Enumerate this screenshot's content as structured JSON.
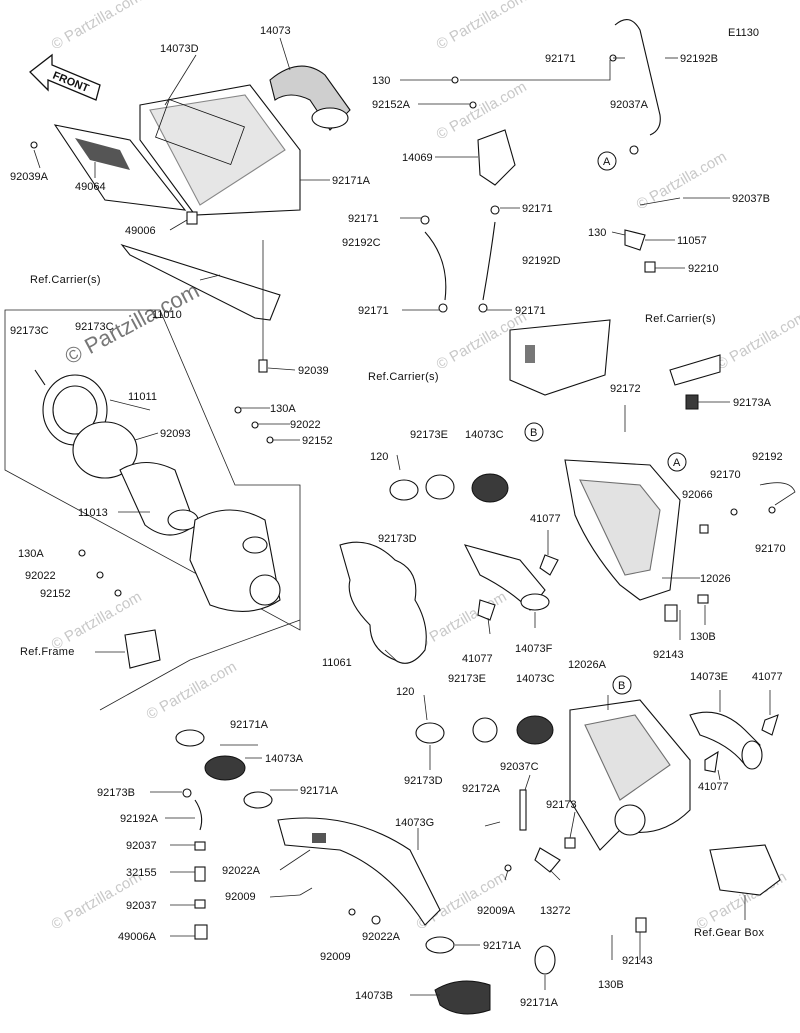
{
  "diagram_code": "E1130",
  "front_arrow_label": "FRONT",
  "watermark": "© Partzilla.com",
  "circle_markers": {
    "a": "A",
    "b": "B"
  },
  "labels": {
    "p14073D": "14073D",
    "p14073": "14073",
    "p92039A": "92039A",
    "p49064": "49064",
    "p49006": "49006",
    "refCarrier1": "Ref.Carrier(s)",
    "p92039": "92039",
    "p92173C_a": "92173C",
    "p92173C_b": "92173C",
    "p11010": "11010",
    "p11011": "11011",
    "p92093": "92093",
    "p11013": "11013",
    "p130A_1": "130A",
    "p92022_1": "92022",
    "p92152_1": "92152",
    "p130A_2": "130A",
    "p92022_2": "92022",
    "p92152_2": "92152",
    "refFrame": "Ref.Frame",
    "p92171_top": "92171",
    "p92192B": "92192B",
    "p130_top": "130",
    "p92152A": "92152A",
    "p92037A": "92037A",
    "p14069": "14069",
    "p92171A_top": "92171A",
    "p92171_l1": "92171",
    "p92171_r1": "92171",
    "p92192C": "92192C",
    "p92192D": "92192D",
    "p92171_l2": "92171",
    "p92171_r2": "92171",
    "refCarrier2": "Ref.Carrier(s)",
    "p92037B": "92037B",
    "p130_mid": "130",
    "p11057": "11057",
    "p92210": "92210",
    "refCarrier3": "Ref.Carrier(s)",
    "p92173A": "92173A",
    "p92172": "92172",
    "p120_1": "120",
    "p92173E_1": "92173E",
    "p14073C_1": "14073C",
    "p92173D_1": "92173D",
    "p41077_1": "41077",
    "p92192": "92192",
    "p92170_1": "92170",
    "p92066": "92066",
    "p92170_2": "92170",
    "p12026": "12026",
    "p11061": "11061",
    "p41077_2": "41077",
    "p14073F": "14073F",
    "p92143_1": "92143",
    "p130B_1": "130B",
    "p120_2": "120",
    "p92173E_2": "92173E",
    "p14073C_2": "14073C",
    "p12026A": "12026A",
    "p14073E": "14073E",
    "p41077_3": "41077",
    "p41077_4": "41077",
    "p92173D_2": "92173D",
    "p92037C": "92037C",
    "p92172A": "92172A",
    "p92173": "92173",
    "p92171A_1": "92171A",
    "p14073A": "14073A",
    "p92171A_2": "92171A",
    "p92173B": "92173B",
    "p92192A": "92192A",
    "p92037_1": "92037",
    "p32155": "32155",
    "p92037_2": "92037",
    "p49006A": "49006A",
    "p14073G": "14073G",
    "p92022A_1": "92022A",
    "p92009_1": "92009",
    "p92009_2": "92009",
    "p92022A_2": "92022A",
    "p92171A_3": "92171A",
    "p14073B": "14073B",
    "p92171A_4": "92171A",
    "p92009A": "92009A",
    "p13272": "13272",
    "p130B_2": "130B",
    "p92143_2": "92143",
    "refGearBox": "Ref.Gear Box"
  }
}
